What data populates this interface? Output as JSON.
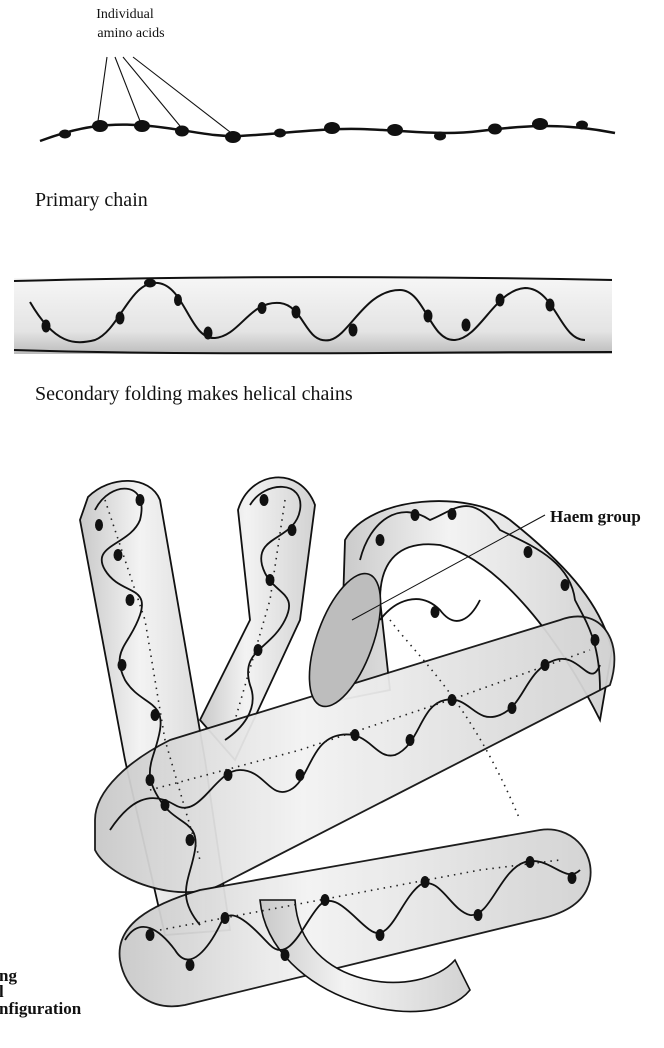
{
  "labels": {
    "individual_amino_acids_line1": "Individual",
    "individual_amino_acids_line2": "amino acids",
    "primary_chain": "Primary chain",
    "secondary_folding": "Secondary folding makes helical chains",
    "haem_group": "Haem group",
    "tertiary_line1": "ng",
    "tertiary_line2": "l",
    "tertiary_line3": "nfiguration"
  },
  "colors": {
    "ink": "#111111",
    "tube_shade": "#cfcfcf",
    "tube_light": "#ececec",
    "haem_fill": "#bdbdbd"
  }
}
